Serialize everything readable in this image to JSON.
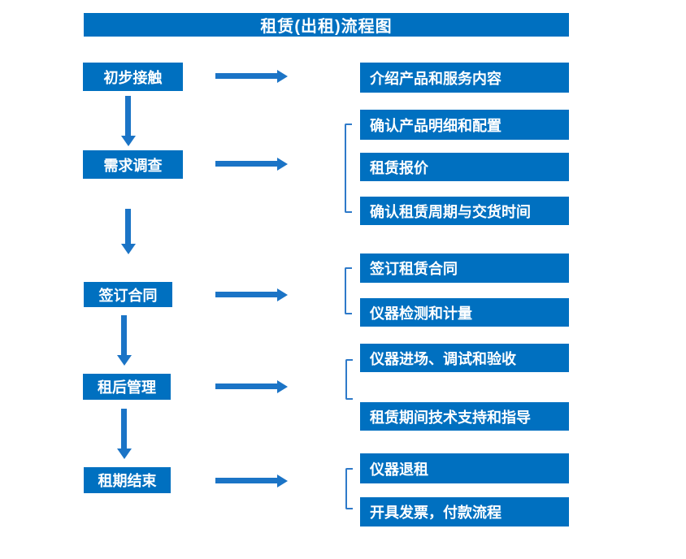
{
  "title": "租赁(出租)流程图",
  "colors": {
    "background": "#ffffff",
    "box_blue": "#0070c0",
    "arrow_blue": "#1b74c6",
    "bracket_blue": "#2f7ac9",
    "text": "#ffffff"
  },
  "stages": [
    {
      "label": "初步接触",
      "outputs": [
        "介绍产品和服务内容"
      ]
    },
    {
      "label": "需求调查",
      "outputs": [
        "确认产品明细和配置",
        "租赁报价",
        "确认租赁周期与交货时间"
      ]
    },
    {
      "label": "签订合同",
      "outputs": [
        "签订租赁合同",
        "仪器检测和计量"
      ]
    },
    {
      "label": "租后管理",
      "outputs": [
        "仪器进场、调试和验收",
        "租赁期间技术支持和指导"
      ]
    },
    {
      "label": "租期结束",
      "outputs": [
        "仪器退租",
        "开具发票，付款流程"
      ]
    }
  ]
}
